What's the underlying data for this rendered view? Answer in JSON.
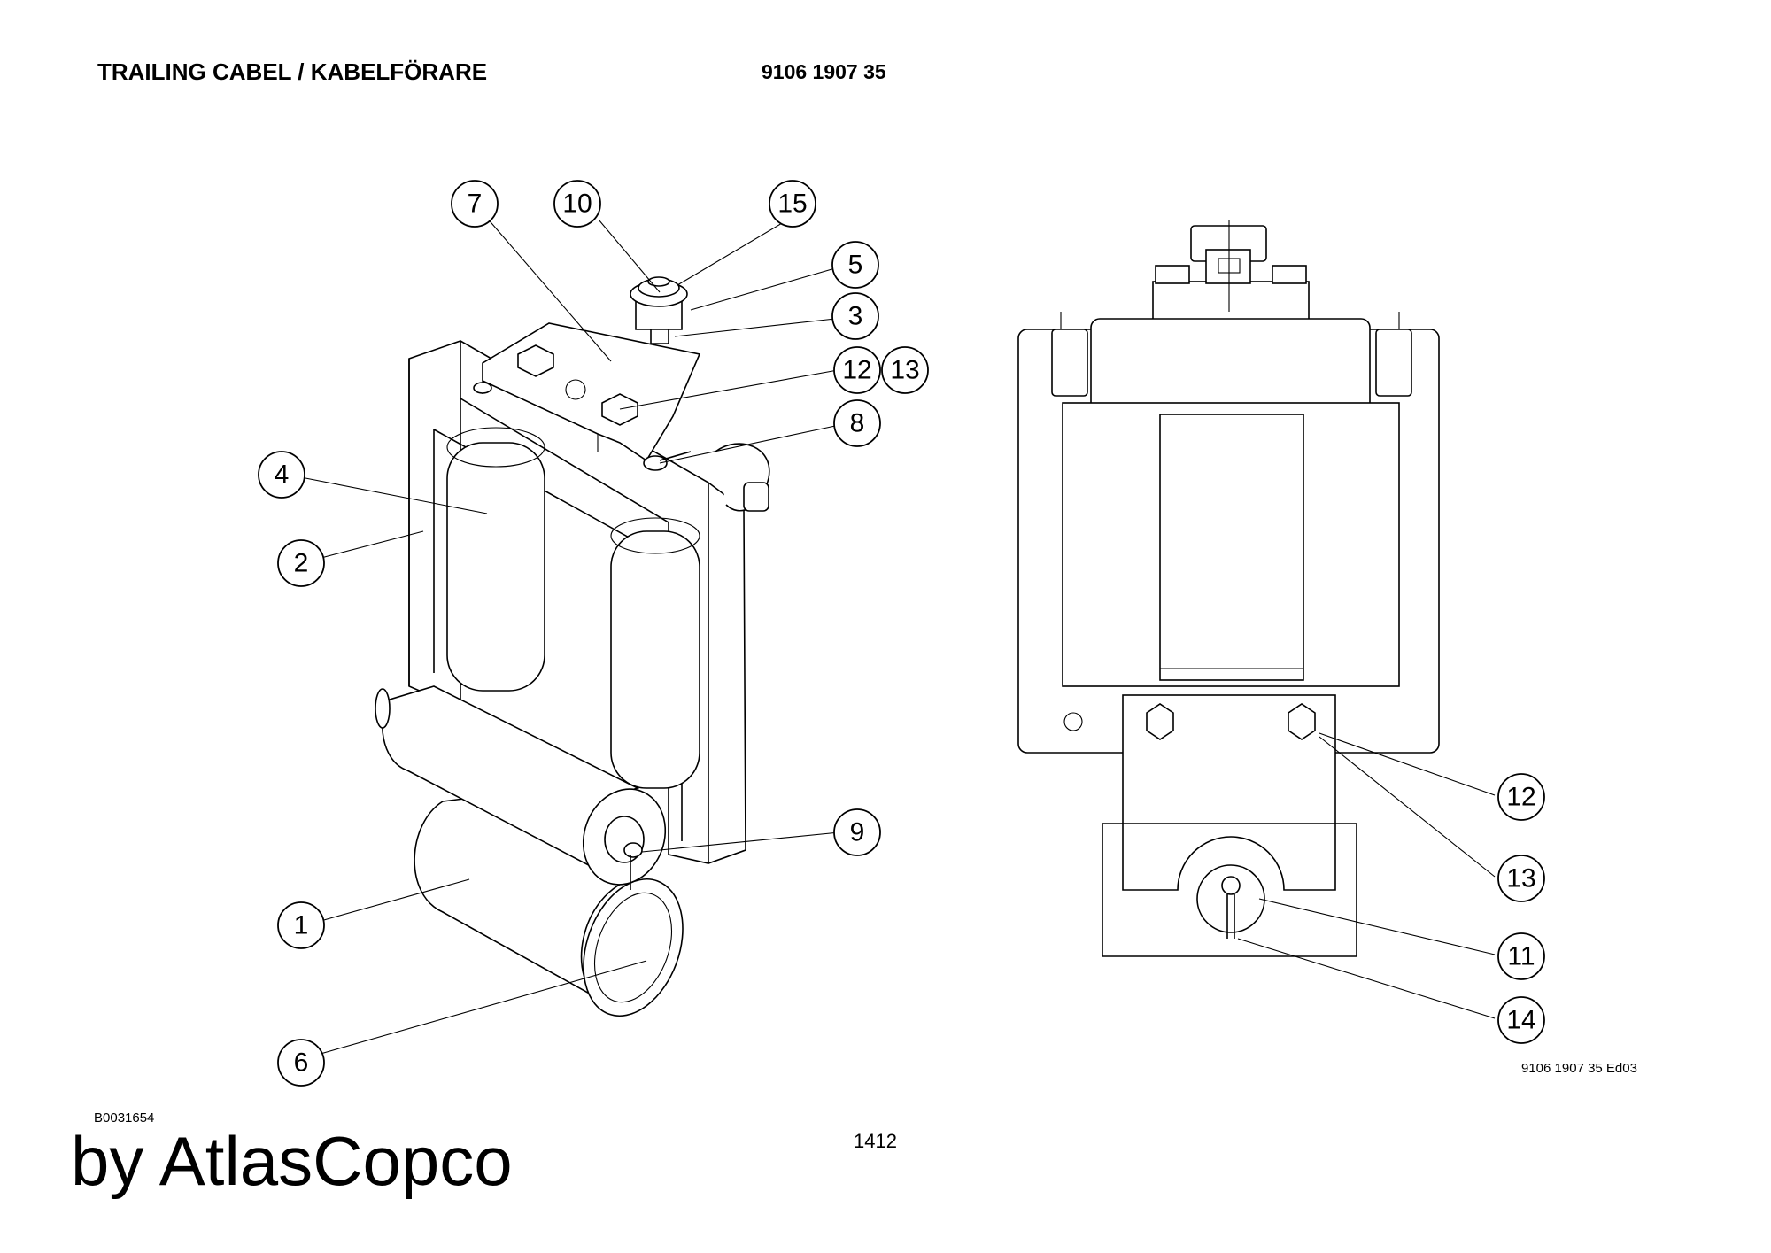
{
  "header": {
    "title": "TRAILING CABEL / KABELFÖRARE",
    "part_number": "9106 1907 35"
  },
  "footer": {
    "edition": "9106 1907 35 Ed03",
    "drawing_id": "B0031654",
    "page_number": "1412",
    "brand": "by AtlasCopco"
  },
  "callouts": [
    "1",
    "2",
    "3",
    "4",
    "5",
    "6",
    "7",
    "8",
    "9",
    "10",
    "11",
    "12",
    "13",
    "14",
    "15"
  ]
}
